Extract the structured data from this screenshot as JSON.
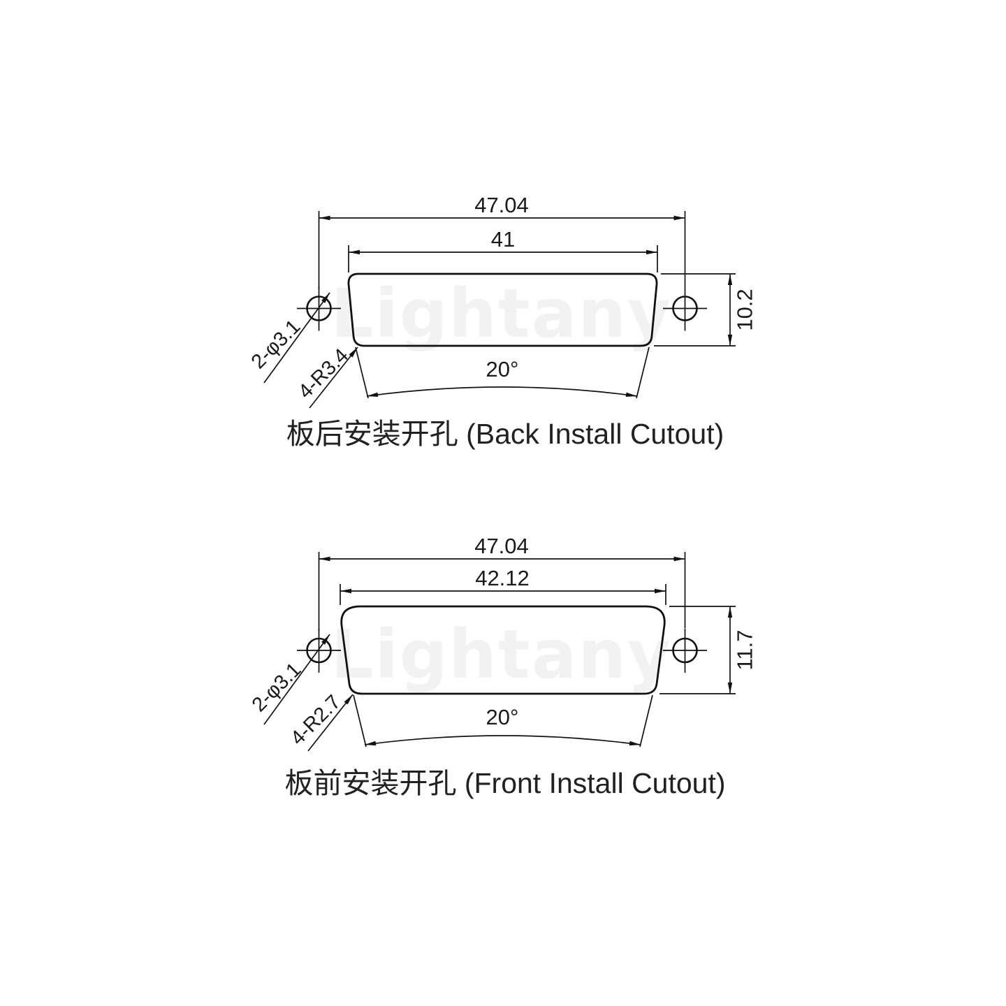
{
  "watermark": "Lightany",
  "colors": {
    "line": "#111111",
    "watermark": "#f2f2f2",
    "background": "#ffffff"
  },
  "diagrams": [
    {
      "title": "板后安装开孔 (Back Install Cutout)",
      "outer_width": "47.04",
      "inner_width": "41",
      "height": "10.2",
      "hole_label": "2-φ3.1",
      "radius_label": "4-R3.4",
      "angle_label": "20°"
    },
    {
      "title": "板前安装开孔 (Front Install Cutout)",
      "outer_width": "47.04",
      "inner_width": "42.12",
      "height": "11.7",
      "hole_label": "2-φ3.1",
      "radius_label": "4-R2.7",
      "angle_label": "20°"
    }
  ]
}
